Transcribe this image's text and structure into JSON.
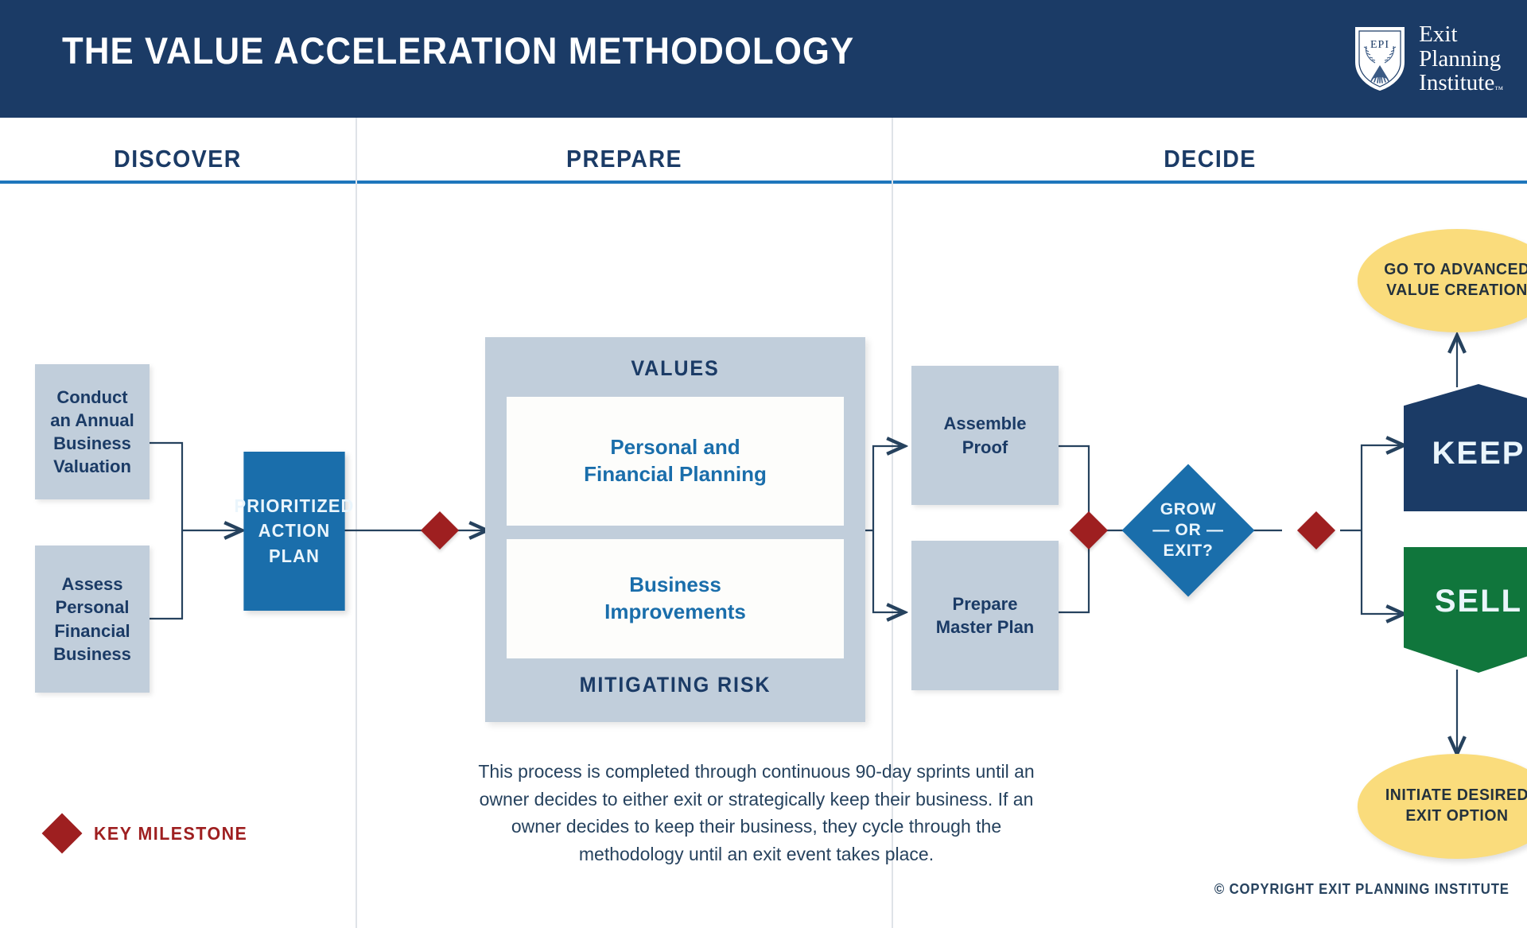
{
  "header": {
    "title": "THE VALUE ACCELERATION METHODOLOGY",
    "logo": {
      "shield_text": "EPI",
      "line1": "Exit",
      "line2": "Planning",
      "line3": "Institute",
      "tm": "™"
    },
    "colors": {
      "header_bg": "#1b3b66",
      "accent_rule": "#1e76bc"
    }
  },
  "columns": [
    {
      "id": "discover",
      "label": "DISCOVER"
    },
    {
      "id": "prepare",
      "label": "PREPARE"
    },
    {
      "id": "decide",
      "label": "DECIDE"
    }
  ],
  "discover": {
    "box_valuation": "Conduct\nan Annual\nBusiness\nValuation",
    "box_assess": "Assess\nPersonal\nFinancial\nBusiness",
    "action_plan": "PRIORITIZED\nACTION PLAN"
  },
  "prepare": {
    "values_label": "VALUES",
    "mitigating_label": "MITIGATING RISK",
    "card_planning": "Personal and\nFinancial Planning",
    "card_improvements": "Business\nImprovements",
    "assemble_proof": "Assemble\nProof",
    "prepare_master_plan": "Prepare\nMaster Plan",
    "note": "This process is completed through continuous 90-day sprints until an owner decides to either exit or strategically keep their business. If an owner decides to keep their business, they cycle through the methodology until an exit event takes place."
  },
  "decide": {
    "diamond_line1": "GROW",
    "diamond_line2": "— OR —",
    "diamond_line3": "EXIT?",
    "keep": "KEEP",
    "sell": "SELL",
    "oval_top": "GO TO ADVANCED\nVALUE CREATION",
    "oval_bottom": "INITIATE DESIRED\nEXIT OPTION"
  },
  "legend": {
    "key_milestone": "KEY MILESTONE",
    "milestone_color": "#9e1f20"
  },
  "footer": {
    "copyright": "© COPYRIGHT EXIT PLANNING INSTITUTE"
  },
  "palette": {
    "navy": "#1b3b66",
    "blue": "#1a6eab",
    "gray_box": "#c1cedb",
    "green": "#10763c",
    "yellow": "#fadc7c",
    "red": "#9e1f20"
  }
}
